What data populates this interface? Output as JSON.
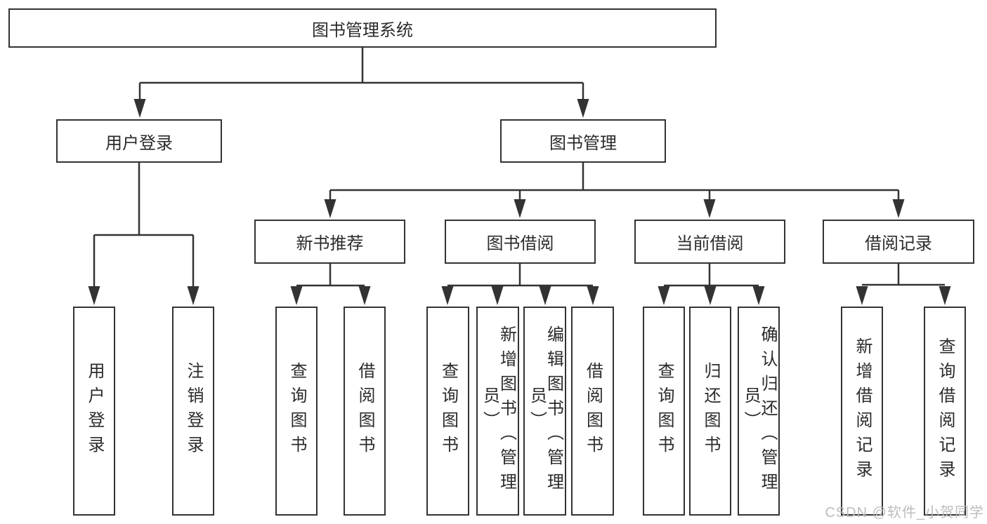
{
  "diagram": {
    "root": {
      "label": "图书管理系统"
    },
    "level2": [
      {
        "label": "用户登录"
      },
      {
        "label": "图书管理"
      }
    ],
    "level3": [
      {
        "label": "新书推荐"
      },
      {
        "label": "图书借阅"
      },
      {
        "label": "当前借阅"
      },
      {
        "label": "借阅记录"
      }
    ],
    "leaves": {
      "user_login": [
        "用户登录",
        "注销登录"
      ],
      "new_book_recommend": [
        "查询图书",
        "借阅图书"
      ],
      "book_borrow": [
        "查询图书",
        "新增图书（管理员）",
        "编辑图书（管理员）",
        "借阅图书"
      ],
      "current_borrow": [
        "查询图书",
        "归还图书",
        "确认归还（管理员）"
      ],
      "borrow_records": [
        "新增借阅记录",
        "查询借阅记录"
      ]
    }
  },
  "watermark": {
    "text": "CSDN @软件_小贺同学"
  },
  "colors": {
    "line": "#333333",
    "text": "#2b2b2b",
    "background": "#ffffff",
    "watermark": "#b9b9b9"
  }
}
